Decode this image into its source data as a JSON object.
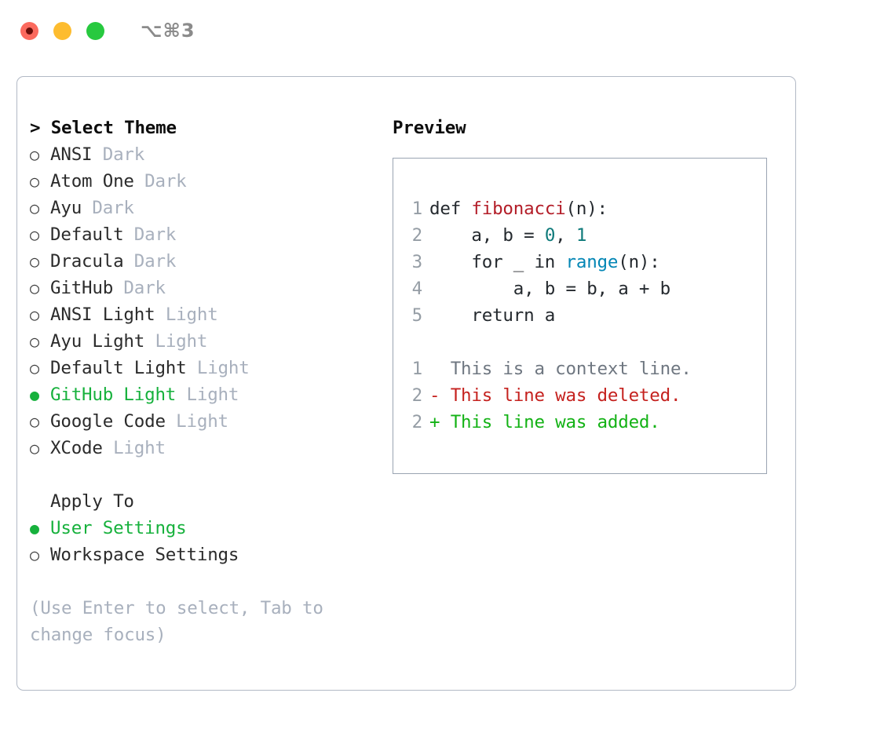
{
  "titlebar": {
    "shortcut": "⌥⌘3",
    "buttons": {
      "close": "close",
      "minimize": "minimize",
      "maximize": "maximize"
    }
  },
  "theme_picker": {
    "heading": "> Select Theme",
    "selected_theme": "GitHub Light",
    "markers": {
      "selected": "●",
      "unselected": "○"
    },
    "items": [
      {
        "marker": "○",
        "label": "ANSI",
        "tag": " Dark",
        "selected": false
      },
      {
        "marker": "○",
        "label": "Atom One",
        "tag": " Dark",
        "selected": false
      },
      {
        "marker": "○",
        "label": "Ayu",
        "tag": " Dark",
        "selected": false
      },
      {
        "marker": "○",
        "label": "Default",
        "tag": " Dark",
        "selected": false
      },
      {
        "marker": "○",
        "label": "Dracula",
        "tag": " Dark",
        "selected": false
      },
      {
        "marker": "○",
        "label": "GitHub",
        "tag": " Dark",
        "selected": false
      },
      {
        "marker": "○",
        "label": "ANSI Light",
        "tag": " Light",
        "selected": false
      },
      {
        "marker": "○",
        "label": "Ayu Light",
        "tag": " Light",
        "selected": false
      },
      {
        "marker": "○",
        "label": "Default Light",
        "tag": " Light",
        "selected": false
      },
      {
        "marker": "●",
        "label": "GitHub Light",
        "tag": " Light",
        "selected": true
      },
      {
        "marker": "○",
        "label": "Google Code",
        "tag": " Light",
        "selected": false
      },
      {
        "marker": "○",
        "label": "XCode",
        "tag": " Light",
        "selected": false
      }
    ]
  },
  "apply_to": {
    "heading": "Apply To",
    "selected_option": "User Settings",
    "options": [
      {
        "marker": "●",
        "label": "User Settings",
        "selected": true
      },
      {
        "marker": "○",
        "label": "Workspace Settings",
        "selected": false
      }
    ]
  },
  "hint": "(Use Enter to select, Tab to change focus)",
  "preview": {
    "title": "Preview",
    "code_lines": [
      {
        "number": "1",
        "tokens": [
          {
            "text": "def ",
            "type": "plain"
          },
          {
            "text": "fibonacci",
            "type": "fn"
          },
          {
            "text": "(n):",
            "type": "plain"
          }
        ]
      },
      {
        "number": "2",
        "tokens": [
          {
            "text": "    a, b = ",
            "type": "plain"
          },
          {
            "text": "0",
            "type": "num"
          },
          {
            "text": ", ",
            "type": "plain"
          },
          {
            "text": "1",
            "type": "num"
          }
        ]
      },
      {
        "number": "3",
        "tokens": [
          {
            "text": "    for _ in ",
            "type": "plain"
          },
          {
            "text": "range",
            "type": "call"
          },
          {
            "text": "(n):",
            "type": "plain"
          }
        ]
      },
      {
        "number": "4",
        "tokens": [
          {
            "text": "        a, b = b, a + b",
            "type": "plain"
          }
        ]
      },
      {
        "number": "5",
        "tokens": [
          {
            "text": "    return a",
            "type": "plain"
          }
        ]
      }
    ],
    "diff_lines": [
      {
        "number": "1",
        "sign": "  ",
        "text": "This is a context line.",
        "kind": "context"
      },
      {
        "number": "2",
        "sign": "- ",
        "text": "This line was deleted.",
        "kind": "deleted"
      },
      {
        "number": "2",
        "sign": "+ ",
        "text": "This line was added.",
        "kind": "added"
      }
    ]
  },
  "colors": {
    "accent_green": "#16b13c",
    "tag_gray": "#a8b0bd",
    "border": "#b2b9c5",
    "preview_border": "#9aa4b2",
    "code_fn_red": "#b31d28",
    "code_num_teal": "#0e7a7a",
    "code_call_blue": "#0386b5",
    "diff_deleted": "#c5221f",
    "diff_added": "#13b215",
    "diff_context": "#6f7781"
  }
}
